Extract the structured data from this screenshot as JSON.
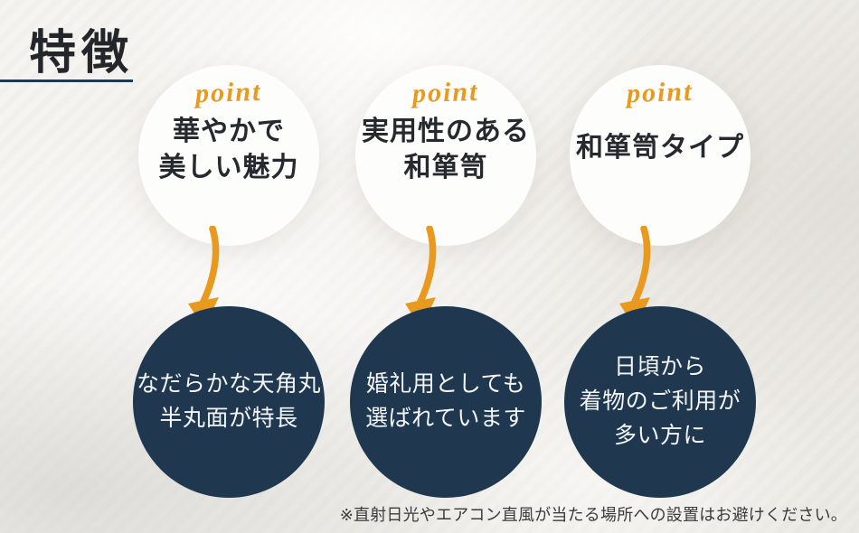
{
  "page": {
    "title": "特徴",
    "caution_note": "※直射日光やエアコン直風が当たる場所への設置はお避けください。"
  },
  "colors": {
    "navy": "#1f3850",
    "orange": "#e8991e",
    "underline": "#1c3a5a",
    "title_text": "#23262b",
    "detail_text": "#f3f5f6",
    "note_text": "#3b3b3b"
  },
  "features": [
    {
      "point_label": "point",
      "circle_title_lines": [
        "華やかで",
        "美しい魅力"
      ],
      "detail_lines": [
        "なだらかな天角丸",
        "半丸面が特長"
      ]
    },
    {
      "point_label": "point",
      "circle_title_lines": [
        "実用性のある",
        "和箪笥"
      ],
      "detail_lines": [
        "婚礼用としても",
        "選ばれています"
      ]
    },
    {
      "point_label": "point",
      "circle_title_lines": [
        "和箪笥タイプ"
      ],
      "detail_lines": [
        "日頃から",
        "着物のご利用が",
        "多い方に"
      ]
    }
  ]
}
